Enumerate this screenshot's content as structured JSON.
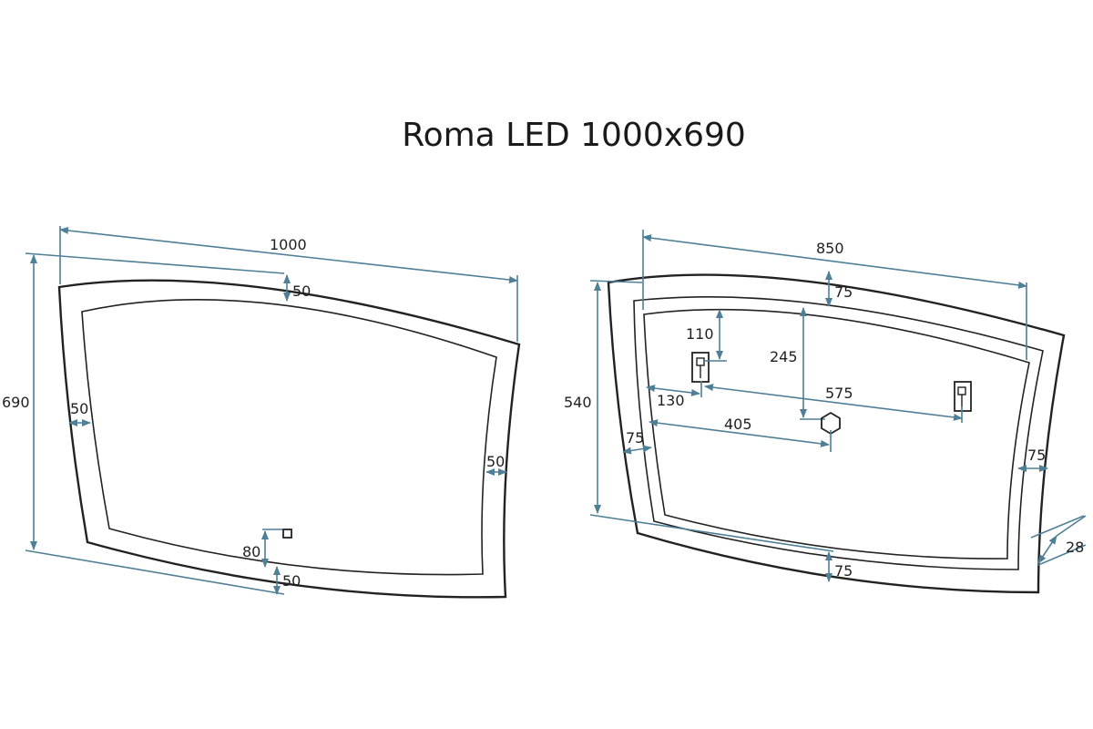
{
  "title": "Roma LED 1000x690",
  "colors": {
    "outline": "#222222",
    "dimension": "#4f7f96",
    "text": "#1f1f1f"
  },
  "front_view": {
    "width": "1000",
    "height": "690",
    "top_border": "50",
    "left_border": "50",
    "right_border": "50",
    "bottom_border": "50",
    "switch_offset": "80"
  },
  "back_view": {
    "width": "850",
    "height": "540",
    "top_offset": "75",
    "hook_drop": "110",
    "center_drop": "245",
    "hook_left": "130",
    "hook_span": "575",
    "box_offset": "405",
    "left_offset": "75",
    "right_offset": "75",
    "bottom_offset": "75",
    "depth": "28"
  }
}
